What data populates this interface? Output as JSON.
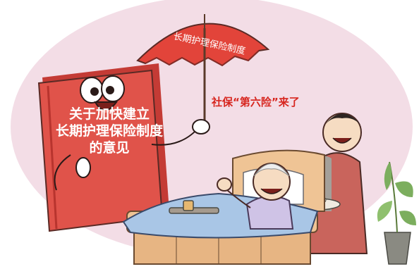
{
  "umbrella_text": "长期护理保险制度",
  "book_title": {
    "lines": [
      "关于加快建立",
      "长期护理保险制度",
      "的意见"
    ]
  },
  "caption": "社保“第六险”来了",
  "colors": {
    "background_ellipse": "#f3dde6",
    "book_red": "#e0534a",
    "book_shadow": "#c43b35",
    "umbrella_red": "#e2443a",
    "caption_red": "#d7261f",
    "blanket_blue": "#a9c6e6",
    "bed_wood": "#efc495",
    "apron_red": "#c9645c",
    "plant_green": "#7cae5e"
  }
}
